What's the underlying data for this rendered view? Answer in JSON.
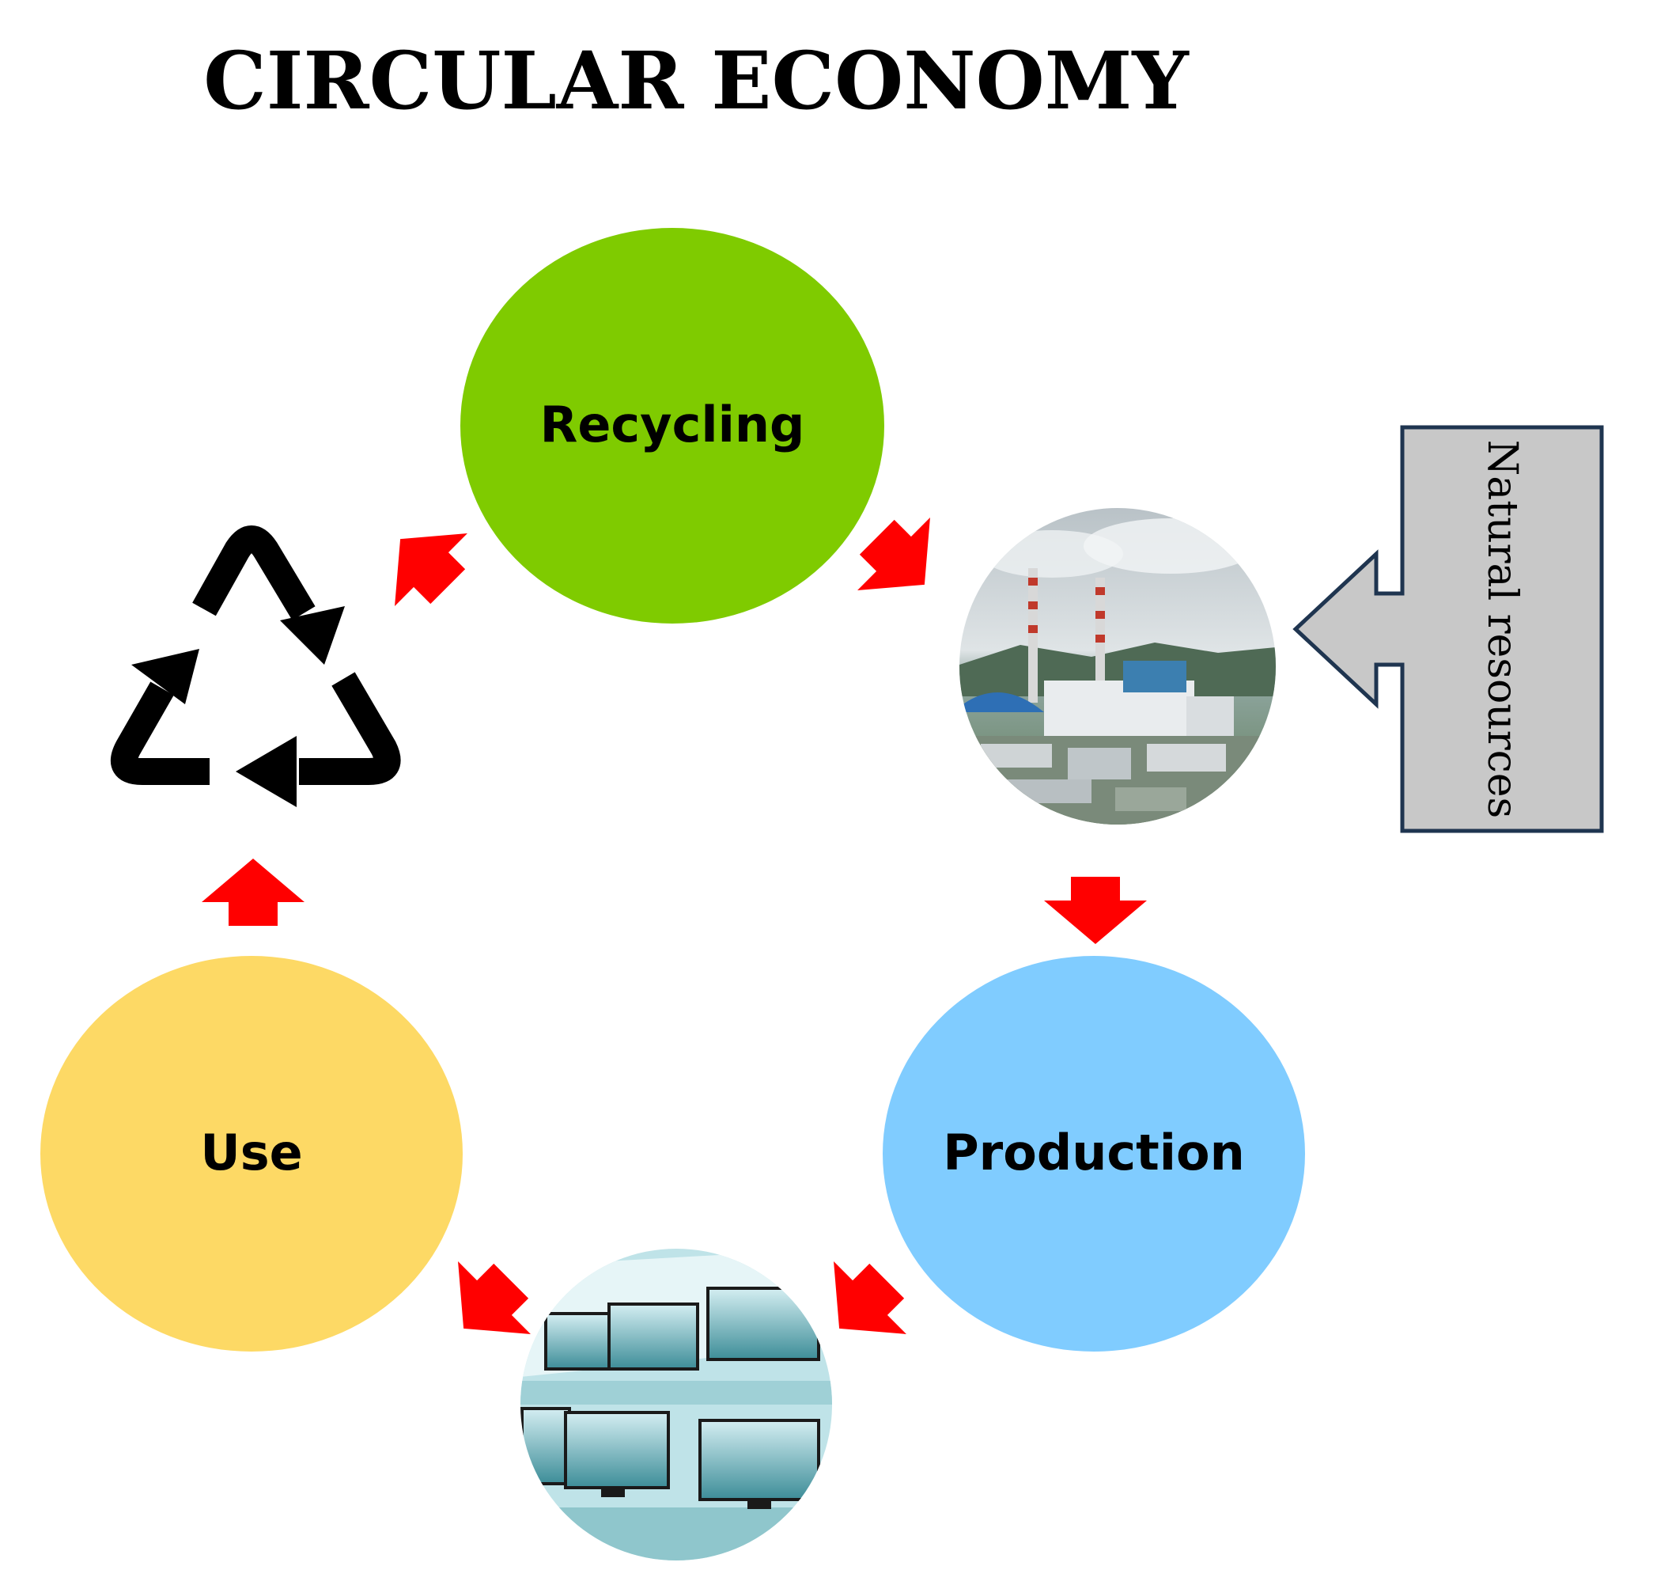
{
  "title": "CIRCULAR ECONOMY",
  "nodes": {
    "recycling": {
      "label": "Recycling"
    },
    "production": {
      "label": "Production"
    },
    "use": {
      "label": "Use"
    }
  },
  "input": {
    "label": "Natural resources"
  },
  "icons": {
    "factory": "factory-photo-icon",
    "products": "monitors-photo-icon",
    "recycle": "recycle-symbol-icon"
  },
  "colors": {
    "recycling": "#7fcb00",
    "production": "#80ccff",
    "use": "#fdd965",
    "arrow": "#ff0000",
    "input_fill": "#c8c8c8",
    "input_border": "#1f3550"
  }
}
